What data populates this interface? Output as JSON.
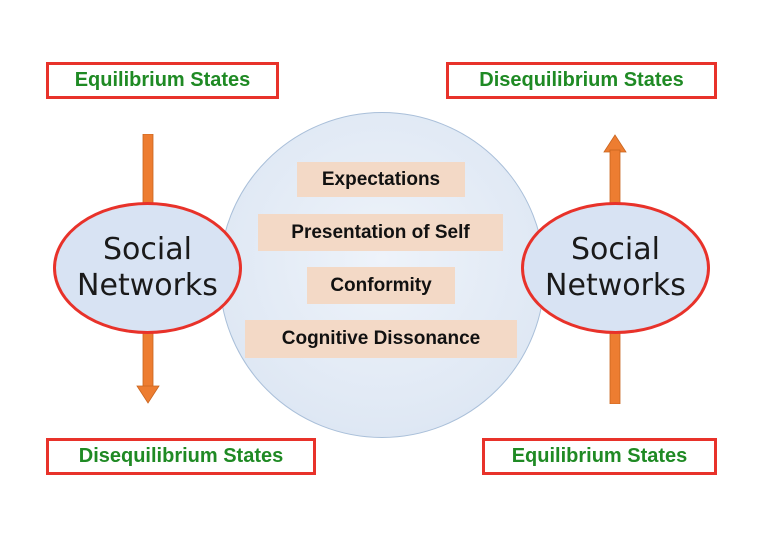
{
  "left_column": {
    "top_label": "Equilibrium States",
    "bottom_label": "Disequilibrium States",
    "network_line1": "Social",
    "network_line2": "Networks",
    "arrow_direction": "down"
  },
  "right_column": {
    "top_label": "Disequilibrium States",
    "bottom_label": "Equilibrium States",
    "network_line1": "Social",
    "network_line2": "Networks",
    "arrow_direction": "up"
  },
  "center": {
    "concepts": [
      "Expectations",
      "Presentation of Self",
      "Conformity",
      "Cognitive Dissonance"
    ]
  },
  "colors": {
    "box_border": "#e8322a",
    "label_text": "#1f8a24",
    "arrow": "#ed7d31",
    "network_fill": "#d8e3f3",
    "concept_fill": "#f3d9c6",
    "circle_fill": "#dfe8f4"
  }
}
